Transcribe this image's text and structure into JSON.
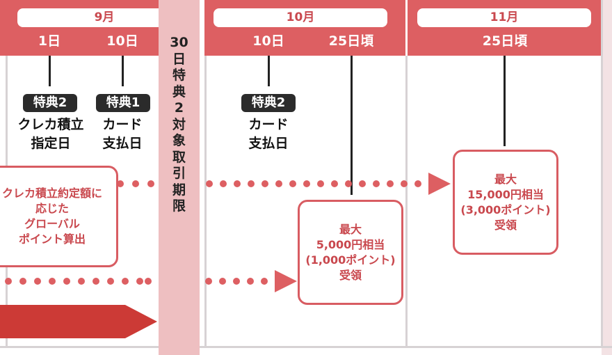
{
  "months": {
    "sep": "9月",
    "oct": "10月",
    "nov": "11月"
  },
  "days": {
    "sep_1": "1日",
    "sep_10": "10日",
    "oct_10": "10日",
    "oct_25": "25日頃",
    "nov_25": "25日頃"
  },
  "deadline": {
    "chars": [
      "30",
      "日",
      "特",
      "典",
      "2",
      "対",
      "象",
      "取",
      "引",
      "期",
      "限"
    ]
  },
  "events": {
    "sep_1": {
      "badge": "特典2",
      "line1": "クレカ積立",
      "line2": "指定日"
    },
    "sep_10": {
      "badge": "特典1",
      "line1": "カード",
      "line2": "支払日"
    },
    "oct_10": {
      "badge": "特典2",
      "line1": "カード",
      "line2": "支払日"
    }
  },
  "boxes": {
    "calc": [
      "クレカ積立約定額に",
      "応じた",
      "グローバル",
      "ポイント算出"
    ],
    "oct_reward": [
      "最大",
      "5,000円相当",
      "(1,000ポイント)",
      "受領"
    ],
    "nov_reward": [
      "最大",
      "15,000円相当",
      "(3,000ポイント)",
      "受領"
    ]
  },
  "colors": {
    "accent": "#dd5f62",
    "arrow_red": "#cc3a36",
    "deadline_band": "#eebfc1"
  }
}
